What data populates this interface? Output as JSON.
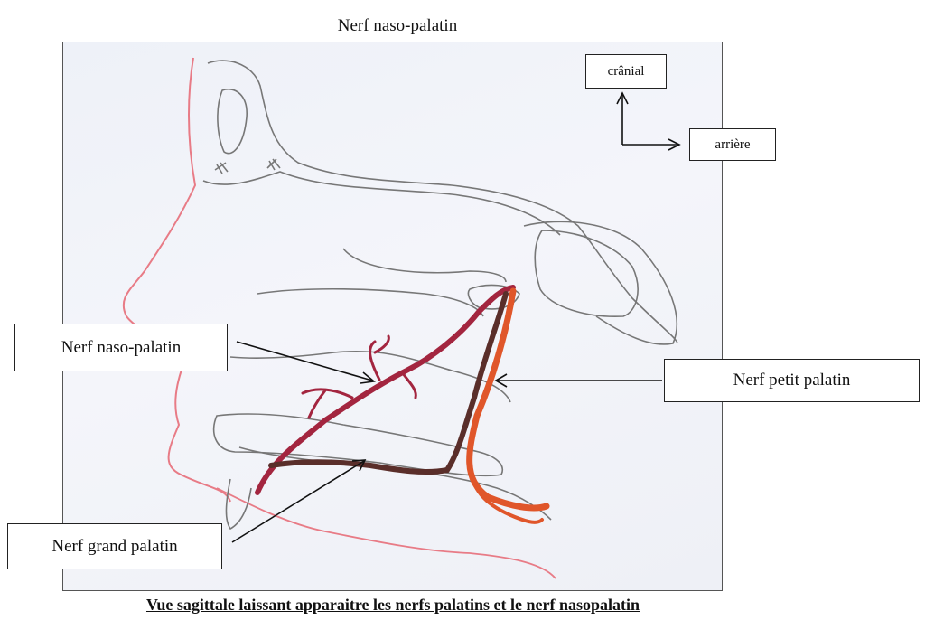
{
  "title": "Nerf naso-palatin",
  "orientation": {
    "cranial": "crânial",
    "posterior": "arrière"
  },
  "labels": {
    "naso_palatin": "Nerf naso-palatin",
    "petit_palatin": "Nerf petit palatin",
    "grand_palatin": "Nerf grand palatin"
  },
  "caption": "Vue sagittale laissant apparaitre les nerfs palatins et le nerf nasopalatin",
  "colors": {
    "naso_palatin_nerve": "#a3253f",
    "grand_palatin_nerve": "#5a2e2a",
    "petit_palatin_nerve": "#e0562a",
    "profile_line": "#e87b86",
    "pencil": "#777777"
  }
}
